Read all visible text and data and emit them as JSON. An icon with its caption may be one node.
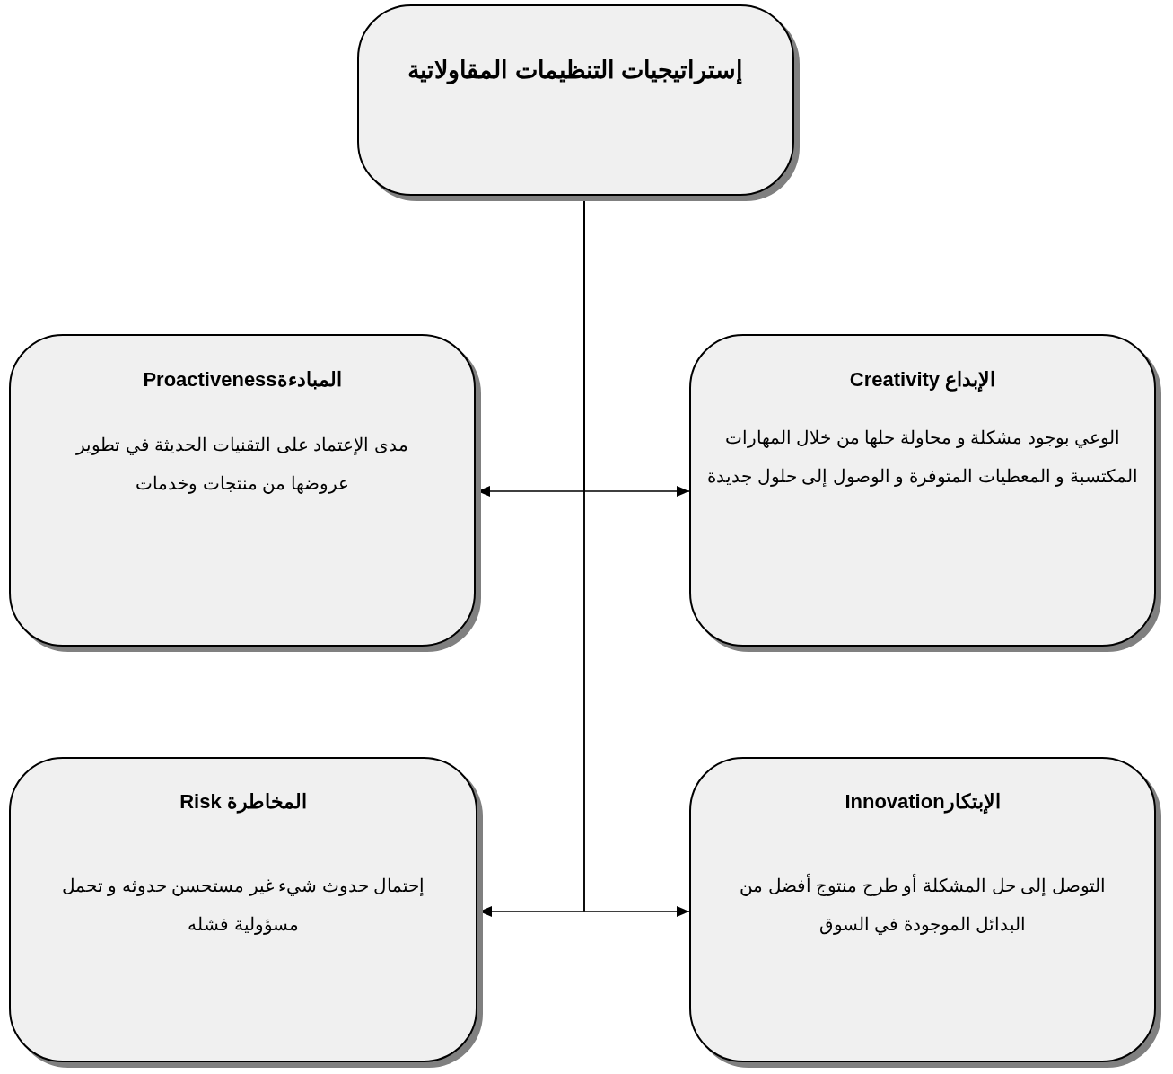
{
  "diagram": {
    "nodes": [
      {
        "text": [
          "إستراتيجيات التنظيمات المقاولاتية"
        ]
      },
      {
        "text": [
          "المبادءةProactiveness",
          "مدى الإعتماد على التقنيات الحديثة في تطوير عروضها من منتجات وخدمات"
        ]
      },
      {
        "text": [
          "الإبداع Creativity",
          "الوعي بوجود مشكلة و محاولة حلها من خلال المهارات المكتسبة و المعطيات المتوفرة و الوصول إلى حلول جديدة"
        ]
      },
      {
        "text": [
          "المخاطرة Risk",
          "إحتمال حدوث شيء غير مستحسن حدوثه و تحمل مسؤولية فشله"
        ]
      },
      {
        "text": [
          "الإبتكارInnovation",
          "التوصل إلى حل المشكلة أو طرح منتوج أفضل من البدائل الموجودة في السوق"
        ]
      }
    ],
    "edges": [
      {
        "from": 0,
        "to": 1,
        "arrow": "to"
      },
      {
        "from": 0,
        "to": 2,
        "arrow": "to"
      },
      {
        "from": 0,
        "to": 3,
        "arrow": "to"
      },
      {
        "from": 0,
        "to": 4,
        "arrow": "to"
      }
    ]
  }
}
